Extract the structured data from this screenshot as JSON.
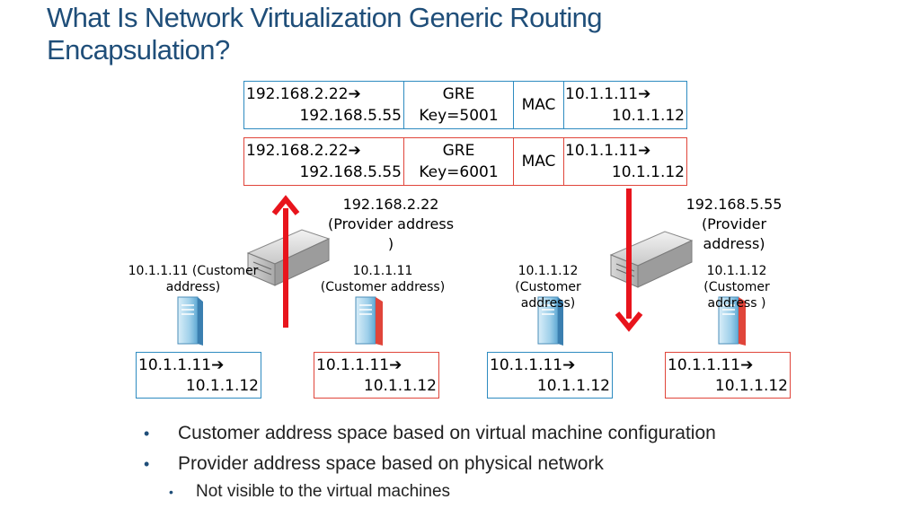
{
  "slide": {
    "title_line1": "What Is Network Virtualization Generic Routing",
    "title_line2": "Encapsulation?"
  },
  "packets": [
    {
      "src_ip": "192.168.2.22➔",
      "dst_ip": "192.168.5.55",
      "gre": "GRE",
      "key": "Key=5001",
      "mac": "MAC",
      "csrc": "10.1.1.11➔",
      "cdst": "10.1.1.12",
      "color": "#2e8bc0"
    },
    {
      "src_ip": "192.168.2.22➔",
      "dst_ip": "192.168.5.55",
      "gre": "GRE",
      "key": "Key=6001",
      "mac": "MAC",
      "csrc": "10.1.1.11➔",
      "cdst": "10.1.1.12",
      "color": "#e0453a"
    }
  ],
  "hosts": {
    "left": {
      "ip": "192.168.2.22",
      "label1": "(Provider address",
      "label2": ")"
    },
    "right": {
      "ip": "192.168.5.55",
      "label1": "(Provider",
      "label2": "address)"
    }
  },
  "vms": [
    {
      "label1": "10.1.1.11 (Customer",
      "label2": "address)",
      "src": "10.1.1.11➔",
      "dst": "10.1.1.12",
      "accent": "#2e8bc0"
    },
    {
      "label1": "10.1.1.11",
      "label2": "(Customer address)",
      "src": "10.1.1.11➔",
      "dst": "10.1.1.12",
      "accent": "#e0453a"
    },
    {
      "label1": "10.1.1.12",
      "label2": "(Customer",
      "label3": "address)",
      "src": "10.1.1.11➔",
      "dst": "10.1.1.12",
      "accent": "#2e8bc0"
    },
    {
      "label1": "10.1.1.12",
      "label2": "(Customer",
      "label3": "address )",
      "src": "10.1.1.11➔",
      "dst": "10.1.1.12",
      "accent": "#e0453a"
    }
  ],
  "bullets": [
    "Customer address space based on virtual machine configuration",
    "Provider address space based on physical network"
  ],
  "sub_bullets": [
    "Not visible to the virtual machines"
  ],
  "colors": {
    "title": "#1f4e79",
    "blue": "#2e8bc0",
    "red": "#e0453a",
    "arrow": "#e8141c"
  }
}
